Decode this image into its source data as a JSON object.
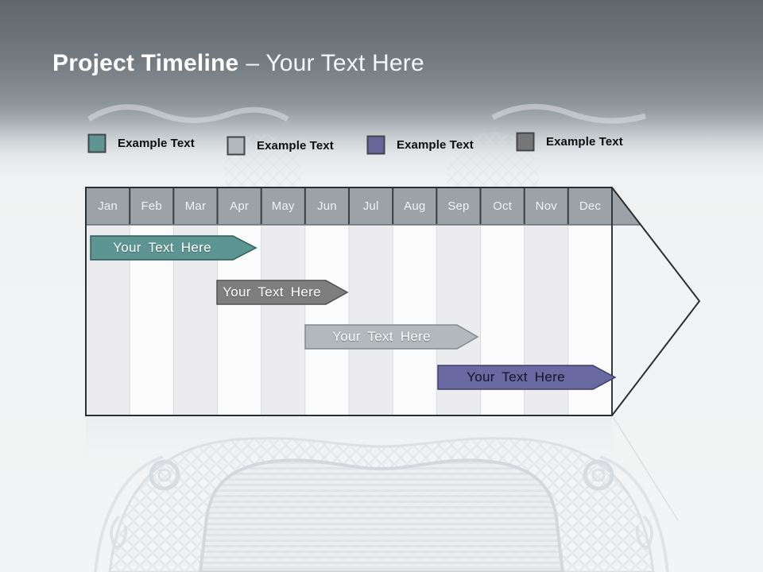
{
  "title": {
    "primary": "Project Timeline",
    "suffix": "– Your Text Here"
  },
  "legend": {
    "items": [
      {
        "label": "Example Text",
        "color": "#5e9593"
      },
      {
        "label": "Example Text",
        "color": "#b2b8bb"
      },
      {
        "label": "Example Text",
        "color": "#67669b"
      },
      {
        "label": "Example Text",
        "color": "#767676"
      }
    ]
  },
  "timeline": {
    "header_color": "#9ba3a8",
    "months": [
      "Jan",
      "Feb",
      "Mar",
      "Apr",
      "May",
      "Jun",
      "Jul",
      "Aug",
      "Sep",
      "Oct",
      "Nov",
      "Dec"
    ],
    "bars": [
      {
        "label": "Your Text Here",
        "color": "#5d9593",
        "text_color": "#ffffff",
        "start": "Jan",
        "end": "mid-Apr",
        "row": 1
      },
      {
        "label": "Your Text Here",
        "color": "#7e7e7e",
        "text_color": "#ffffff",
        "start": "Apr",
        "end": "Jun",
        "row": 2
      },
      {
        "label": "Your Text Here",
        "color": "#b2b8bb",
        "text_color": "#ffffff",
        "start": "Jun",
        "end": "mid-Sep",
        "row": 3
      },
      {
        "label": "Your Text Here",
        "color": "#6968a0",
        "text_color": "#14142c",
        "start": "Sep",
        "end": "Dec",
        "row": 4
      }
    ]
  },
  "chart_data": {
    "type": "bar",
    "subtype": "gantt-timeline",
    "title": "Project Timeline – Your Text Here",
    "categories": [
      "Jan",
      "Feb",
      "Mar",
      "Apr",
      "May",
      "Jun",
      "Jul",
      "Aug",
      "Sep",
      "Oct",
      "Nov",
      "Dec"
    ],
    "legend_position": "top",
    "series": [
      {
        "label": "Your Text Here",
        "color": "#5d9593",
        "start_month_index": 0.1,
        "end_month_index": 3.9
      },
      {
        "label": "Your Text Here",
        "color": "#7e7e7e",
        "start_month_index": 3.0,
        "end_month_index": 6.0
      },
      {
        "label": "Your Text Here",
        "color": "#b2b8bb",
        "start_month_index": 5.0,
        "end_month_index": 8.9
      },
      {
        "label": "Your Text Here",
        "color": "#6968a0",
        "start_month_index": 8.0,
        "end_month_index": 12.1
      }
    ]
  }
}
